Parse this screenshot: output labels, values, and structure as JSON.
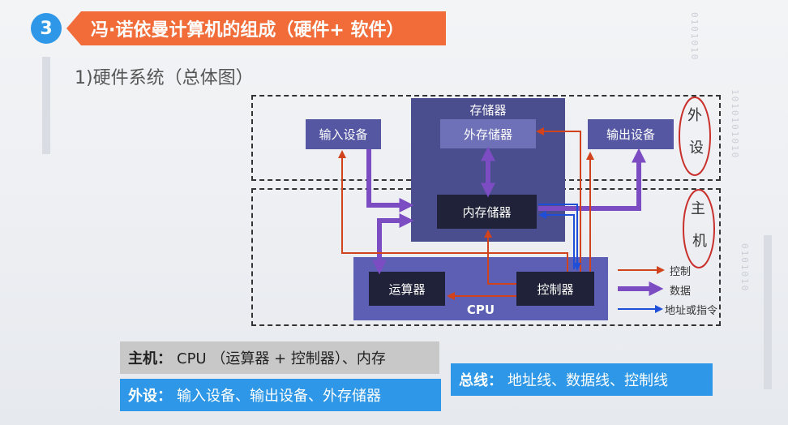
{
  "header": {
    "badge": "3",
    "title": "冯·诺依曼计算机的组成（硬件+ 软件）"
  },
  "subtitle": "1)硬件系统（总体图）",
  "diagram": {
    "memory_group": "存储器",
    "external_memory": "外存储器",
    "input_device": "输入设备",
    "output_device": "输出设备",
    "internal_memory": "内存储器",
    "alu": "运算器",
    "controller": "控制器",
    "cpu": "CPU",
    "annot_peripheral_1": "外",
    "annot_peripheral_2": "设",
    "annot_host_1": "主",
    "annot_host_2": "机"
  },
  "legend": {
    "control": "控制",
    "data": "数据",
    "address": "地址或指令"
  },
  "colors": {
    "control": "#d1431d",
    "data": "#7b4cc2",
    "address": "#1f4fd8"
  },
  "info": {
    "host_label": "主机：",
    "host_text": "CPU （运算器 + 控制器）、内存",
    "peripheral_label": "外设：",
    "peripheral_text": "输入设备、输出设备、外存储器",
    "bus_label": "总线：",
    "bus_text": "地址线、数据线、控制线"
  }
}
